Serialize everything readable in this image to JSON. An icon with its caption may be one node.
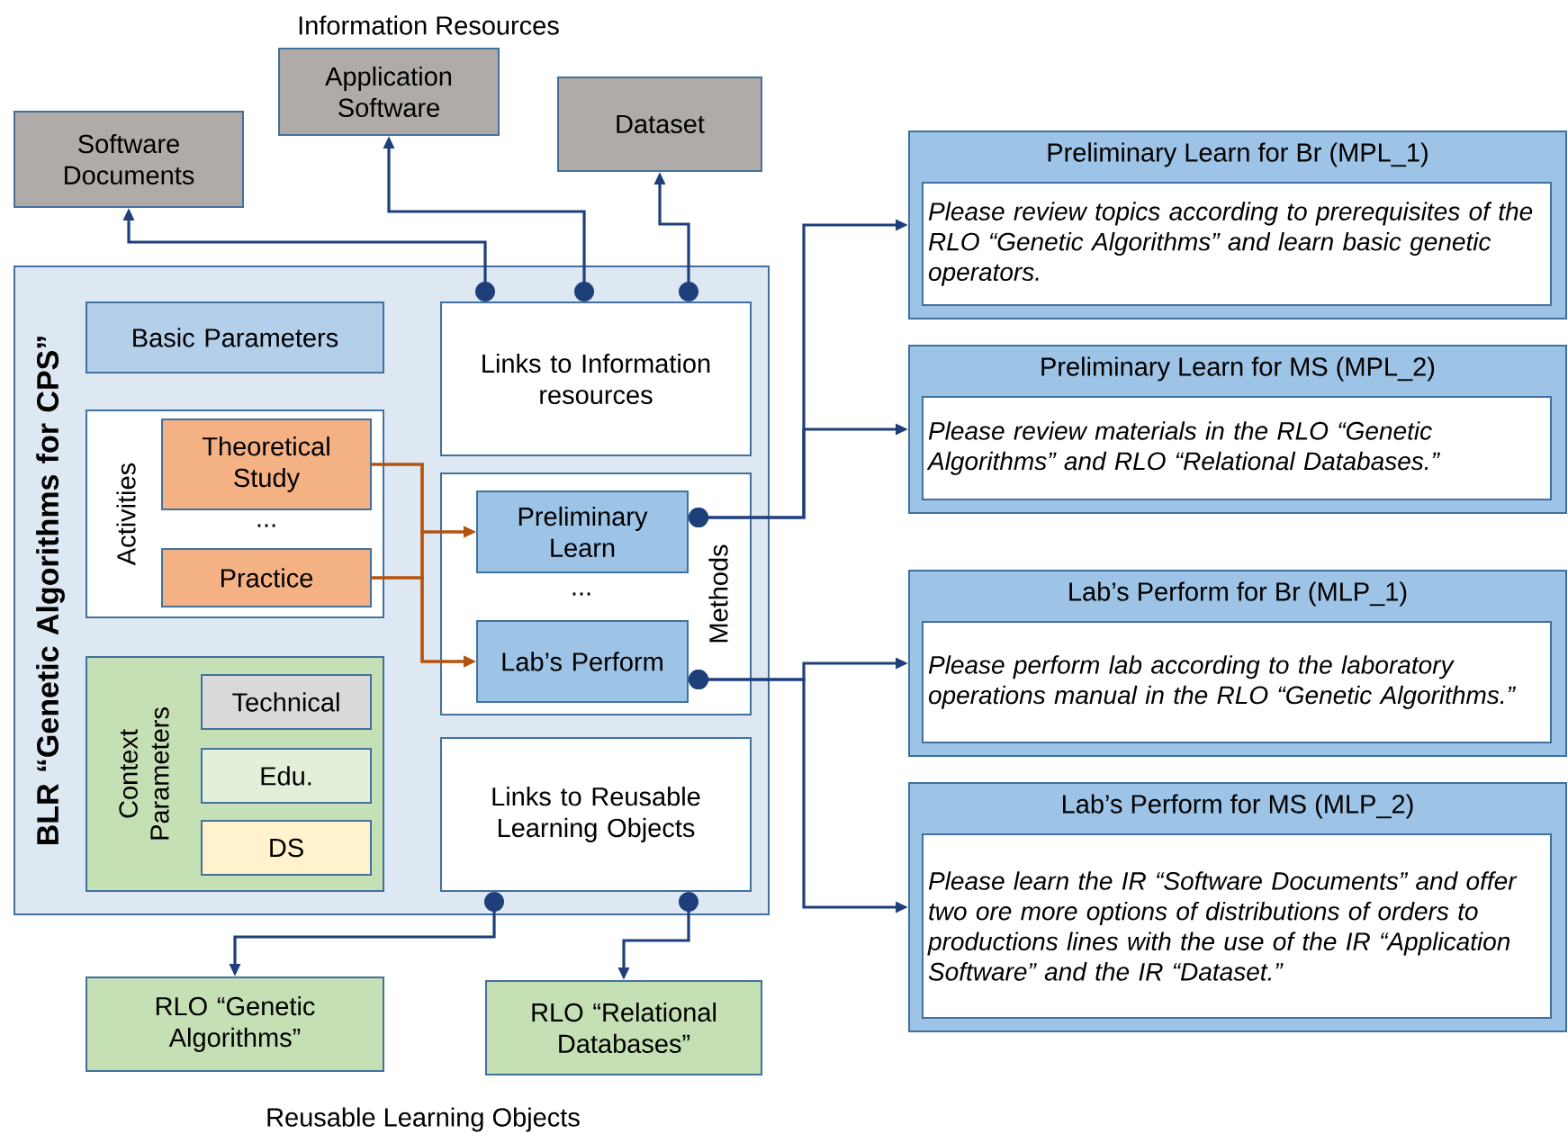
{
  "diagram": {
    "nodes": [
      {
        "text": [
          "Software Documents"
        ]
      },
      {
        "text": [
          "Application Software"
        ]
      },
      {
        "text": [
          "Dataset"
        ]
      },
      {
        "text": [
          "BLR “Genetic Algorithms for CPS”"
        ]
      },
      {
        "text": [
          "Basic Parameters"
        ],
        "in": 3
      },
      {
        "text": [
          "Links to Information resources"
        ],
        "in": 3
      },
      {
        "text": [
          "Activities"
        ],
        "in": 3
      },
      {
        "text": [
          "Theoretical Study"
        ],
        "in": 6
      },
      {
        "text": [
          "Practice"
        ],
        "in": 6
      },
      {
        "text": [
          "Methods"
        ],
        "in": 3
      },
      {
        "text": [
          "Preliminary Learn"
        ],
        "in": 9
      },
      {
        "text": [
          "Lab’s Perform"
        ],
        "in": 9
      },
      {
        "text": [
          "Context Parameters"
        ],
        "in": 3
      },
      {
        "text": [
          "Technical"
        ],
        "in": 12
      },
      {
        "text": [
          "Edu."
        ],
        "in": 12
      },
      {
        "text": [
          "DS"
        ],
        "in": 12
      },
      {
        "text": [
          "Links to Reusable Learning Objects"
        ],
        "in": 3
      },
      {
        "text": [
          "RLO “Genetic Algorithms”"
        ]
      },
      {
        "text": [
          "RLO “Relational Databases”"
        ]
      },
      {
        "text": [
          "Preliminary Learn for Br (MPL_1)",
          "Please review topics according to prerequisites of the RLO “Genetic Algorithms” and learn basic genetic operators."
        ]
      },
      {
        "text": [
          "Preliminary Learn for MS (MPL_2)",
          "Please review materials in the RLO “Genetic Algorithms” and RLO “Relational Databases.”"
        ]
      },
      {
        "text": [
          "Lab’s Perform for Br (MLP_1)",
          "Please perform lab according to the laboratory operations manual in the RLO “Genetic Algorithms.”"
        ]
      },
      {
        "text": [
          "Lab’s Perform for MS (MLP_2)",
          "Please learn the IR “Software Documents” and offer two ore more options of distributions of orders to productions lines with the use of the IR “Application Software” and the IR “Dataset.”"
        ]
      }
    ],
    "edges": [
      {
        "from": 5,
        "to": 0,
        "arrow": "to"
      },
      {
        "from": 5,
        "to": 1,
        "arrow": "to"
      },
      {
        "from": 5,
        "to": 2,
        "arrow": "to"
      },
      {
        "from": 7,
        "to": 10,
        "arrow": "to",
        "color": "#b5540f"
      },
      {
        "from": 7,
        "to": 11,
        "arrow": "to",
        "color": "#b5540f"
      },
      {
        "from": 8,
        "to": 10,
        "arrow": "to",
        "color": "#b5540f"
      },
      {
        "from": 8,
        "to": 11,
        "arrow": "to",
        "color": "#b5540f"
      },
      {
        "from": 10,
        "to": 19,
        "arrow": "to"
      },
      {
        "from": 10,
        "to": 20,
        "arrow": "to"
      },
      {
        "from": 11,
        "to": 21,
        "arrow": "to"
      },
      {
        "from": 11,
        "to": 22,
        "arrow": "to"
      },
      {
        "from": 16,
        "to": 17,
        "arrow": "to"
      },
      {
        "from": 16,
        "to": 18,
        "arrow": "to"
      }
    ],
    "labels": [
      "Information Resources",
      "...",
      "...",
      "Reusable Learning Objects"
    ]
  }
}
